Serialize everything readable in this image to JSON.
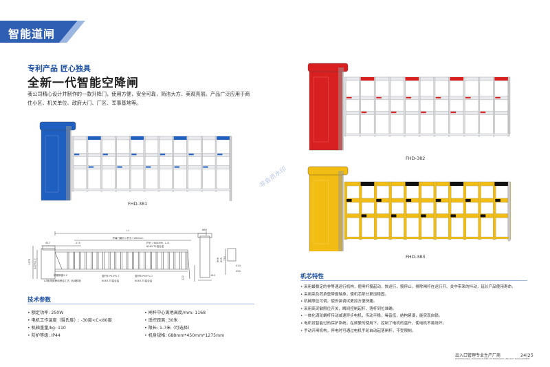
{
  "header": {
    "title": "智能道闸"
  },
  "intro": {
    "subtitle": "专利产品 匠心独具",
    "title": "全新一代智能空降闸",
    "description": "我公司精心设计并制作的一款升降门，使用方便，安全可靠，简洁大方、美观亮丽。产品广泛应用于商住小区、机关单位、政府大门、厂区、军事基地等。"
  },
  "products": [
    {
      "model": "FHD-381",
      "color": "#1f5fbf",
      "accent": "#1f5fbf"
    },
    {
      "model": "FHD-382",
      "color": "#d92020",
      "accent": "#d92020"
    },
    {
      "model": "FHD-383",
      "color": "#f2bd12",
      "accent": "#111111"
    }
  ],
  "drawing": {
    "labels": {
      "top_len": "L1",
      "top_sub": "杆臂门最长>杆长+280mm",
      "main_len": "杆长 1604MM、L-8",
      "sub_len": "6063-T5铝合金",
      "left_dim": "457",
      "mid_dim": "275",
      "h1": "1275",
      "h2": "3270以上",
      "label_a": "机箱厚度2.2",
      "label_a2": "A3板采用静电喷涂工艺, 色泽鲜艳",
      "label_b": "竖杆55*15*0.7",
      "label_b2": "6063-T5铝合金",
      "label_c": "竖杆65*45*1.0",
      "label_c2": "6063-T5铝合金",
      "right_dim": "122",
      "side_top": "686",
      "side_w1": "140",
      "side_w2": "414",
      "side_w3": "450",
      "side_h1": "666",
      "side_h2": "655",
      "side_h3": "730"
    }
  },
  "specs": {
    "title": "技术参数",
    "items": [
      "• 额定功率: 250W",
      "• 闸杆中心离地高度/mm: 1168",
      "• 电机工作温度（摄氏度）: -30度<C<80度",
      "• 遥控距离: 30米",
      "• 机箱重量/kg: 110",
      "• 限长: 1-7米（可选择）",
      "• 防护等级: IP44",
      "• 机身规格: 688mm*450mm*1275mm"
    ]
  },
  "features": {
    "title": "机芯特性",
    "items": [
      "• 采用最稳定的非等速运行机构，使闸杆慢起动，快运行，慢停止，排除闸杆在运行开、关中带来的抖动，延长产品使用寿命。",
      "• 采用高负荷承重带座轴承，使机芯部分更加稳固。",
      "• 机械限位可调，使安装调试更加方便快捷。",
      "• 采用高灵敏限位开关，瞬间控制起杆、落杆到位准确。",
      "• 一体化涡轮蜗杆传动减速异步电机，传动平稳，噪音低，结构紧凑，能实现自锁。",
      "• 电机设智能过热保护系统，在频繁的使用下，控制了电机的温升，使电机不易烧坏。",
      "• 手动开闸机构，停电时可通过电机手轮自动起落闸杆，不受限制。"
    ]
  },
  "footer": {
    "tagline": "出入口管理专业生产厂商",
    "tagline_en": "PROFESSIONAL MANUFACTURER OF ENTRANCE AND EXIT MANAGEMENT",
    "page": "24|25"
  },
  "watermark": "非会员水印"
}
